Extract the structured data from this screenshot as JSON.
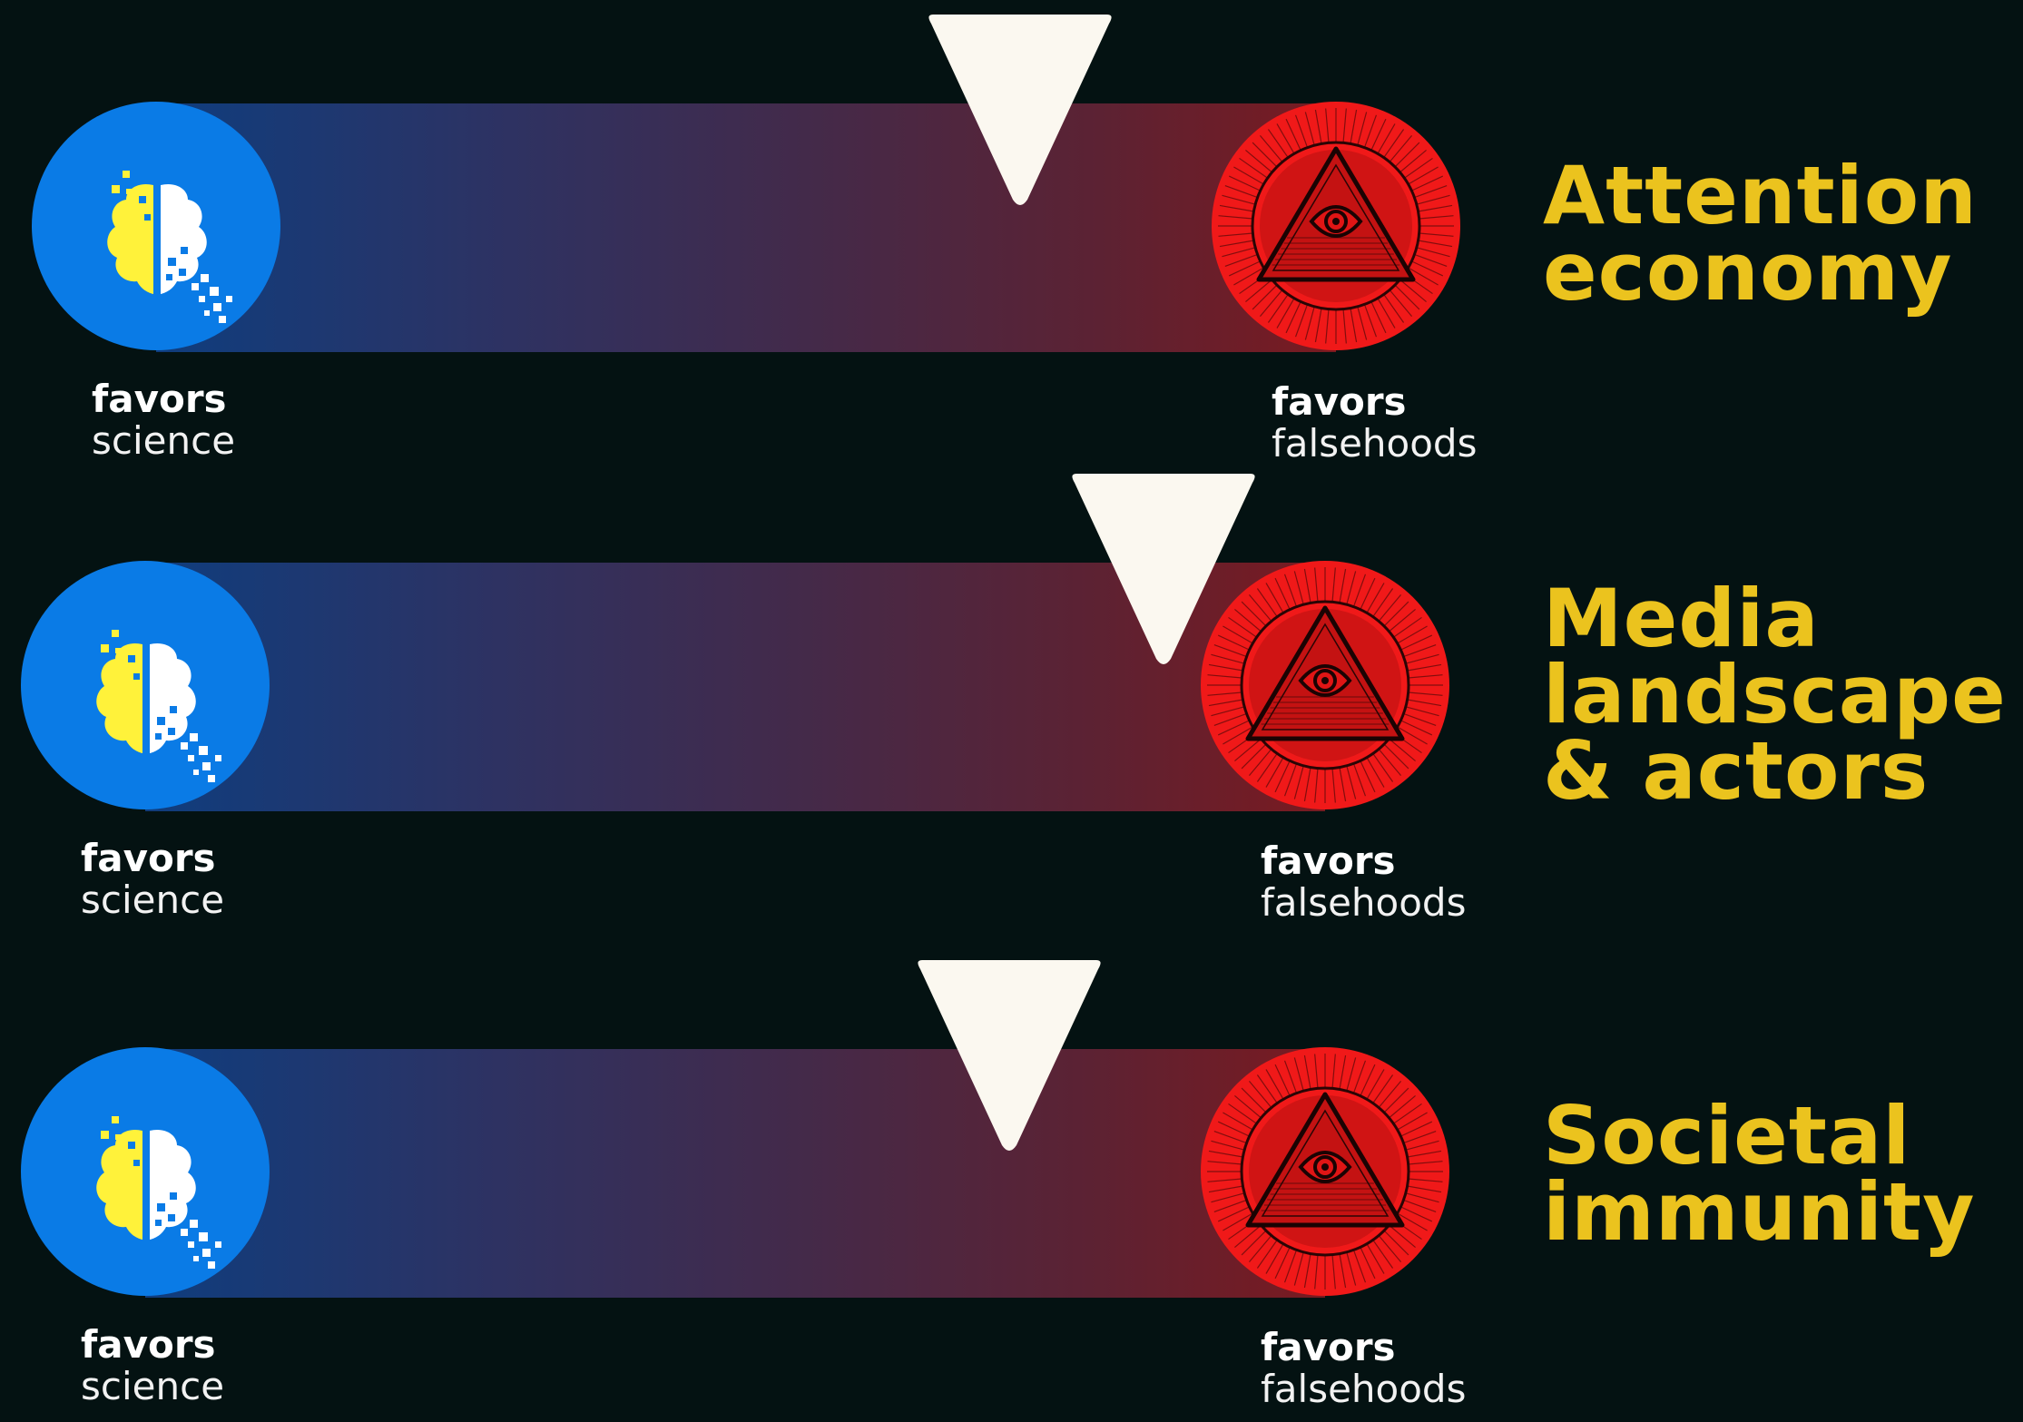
{
  "colors": {
    "background": "#041212",
    "title": "#ebc31e",
    "science_circle": "#0a7be6",
    "falsehood_circle": "#f01919",
    "marker": "#fbf8f0",
    "label": "#ffffff"
  },
  "icons": {
    "science": "brain-pixel-icon",
    "falsehoods": "all-seeing-eye-pyramid-icon"
  },
  "scales": [
    {
      "id": "attention-economy",
      "title_lines": [
        "Attention",
        "economy"
      ],
      "left_label": {
        "strong": "favors",
        "light": "science"
      },
      "right_label": {
        "strong": "favors",
        "light": "falsehoods"
      },
      "marker_position": 0.78
    },
    {
      "id": "media-landscape",
      "title_lines": [
        "Media",
        "landscape",
        "& actors"
      ],
      "left_label": {
        "strong": "favors",
        "light": "science"
      },
      "right_label": {
        "strong": "favors",
        "light": "falsehoods"
      },
      "marker_position": 0.92
    },
    {
      "id": "societal-immunity",
      "title_lines": [
        "Societal",
        "immunity"
      ],
      "left_label": {
        "strong": "favors",
        "light": "science"
      },
      "right_label": {
        "strong": "favors",
        "light": "falsehoods"
      },
      "marker_position": 0.78
    }
  ]
}
